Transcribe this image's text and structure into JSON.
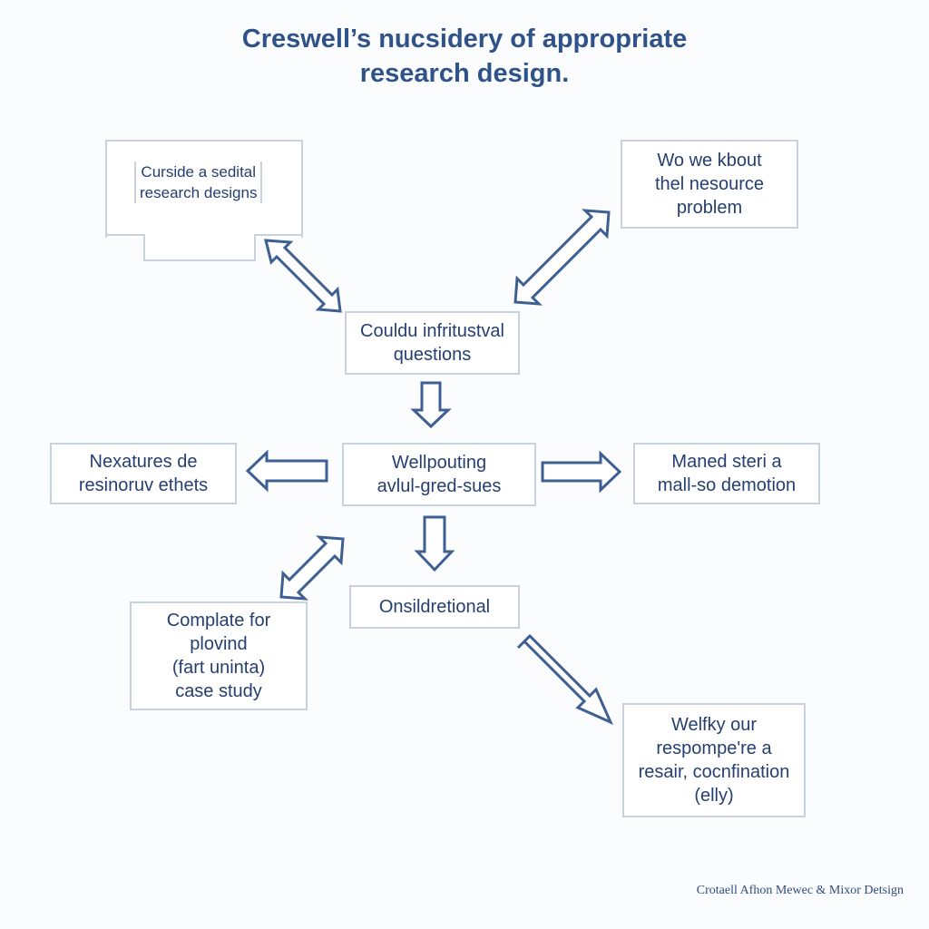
{
  "title": {
    "line1": "Creswell’s nucsidery of appropriate",
    "line2": "research design."
  },
  "nodes": {
    "top_left": [
      "Curside a sedital",
      "research designs"
    ],
    "top_right": [
      "Wo we kbout",
      "thel nesource",
      "problem"
    ],
    "center_top": [
      "Couldu infritustval",
      "questions"
    ],
    "left_mid": [
      "Nexatures de",
      "resinoruv ethets"
    ],
    "center_mid": [
      "Wellpouting",
      "avlul-gred-sues"
    ],
    "right_mid": [
      "Maned steri a",
      "mall-so demotion"
    ],
    "bottom_left": [
      "Complate for",
      "plovind",
      "(fart uninta)",
      "case study"
    ],
    "center_bottom": [
      "Onsildretional"
    ],
    "bottom_right": [
      "Welfky our",
      "respompe're a",
      "resair, cocnfination",
      "(elly)"
    ]
  },
  "footer": "Crotaell Afhon Mewec & Mixor Detsign",
  "colors": {
    "title": "#2f5389",
    "box_border": "#c9d1dd",
    "box_text": "#243f70",
    "arrow": "#3d5f92"
  }
}
